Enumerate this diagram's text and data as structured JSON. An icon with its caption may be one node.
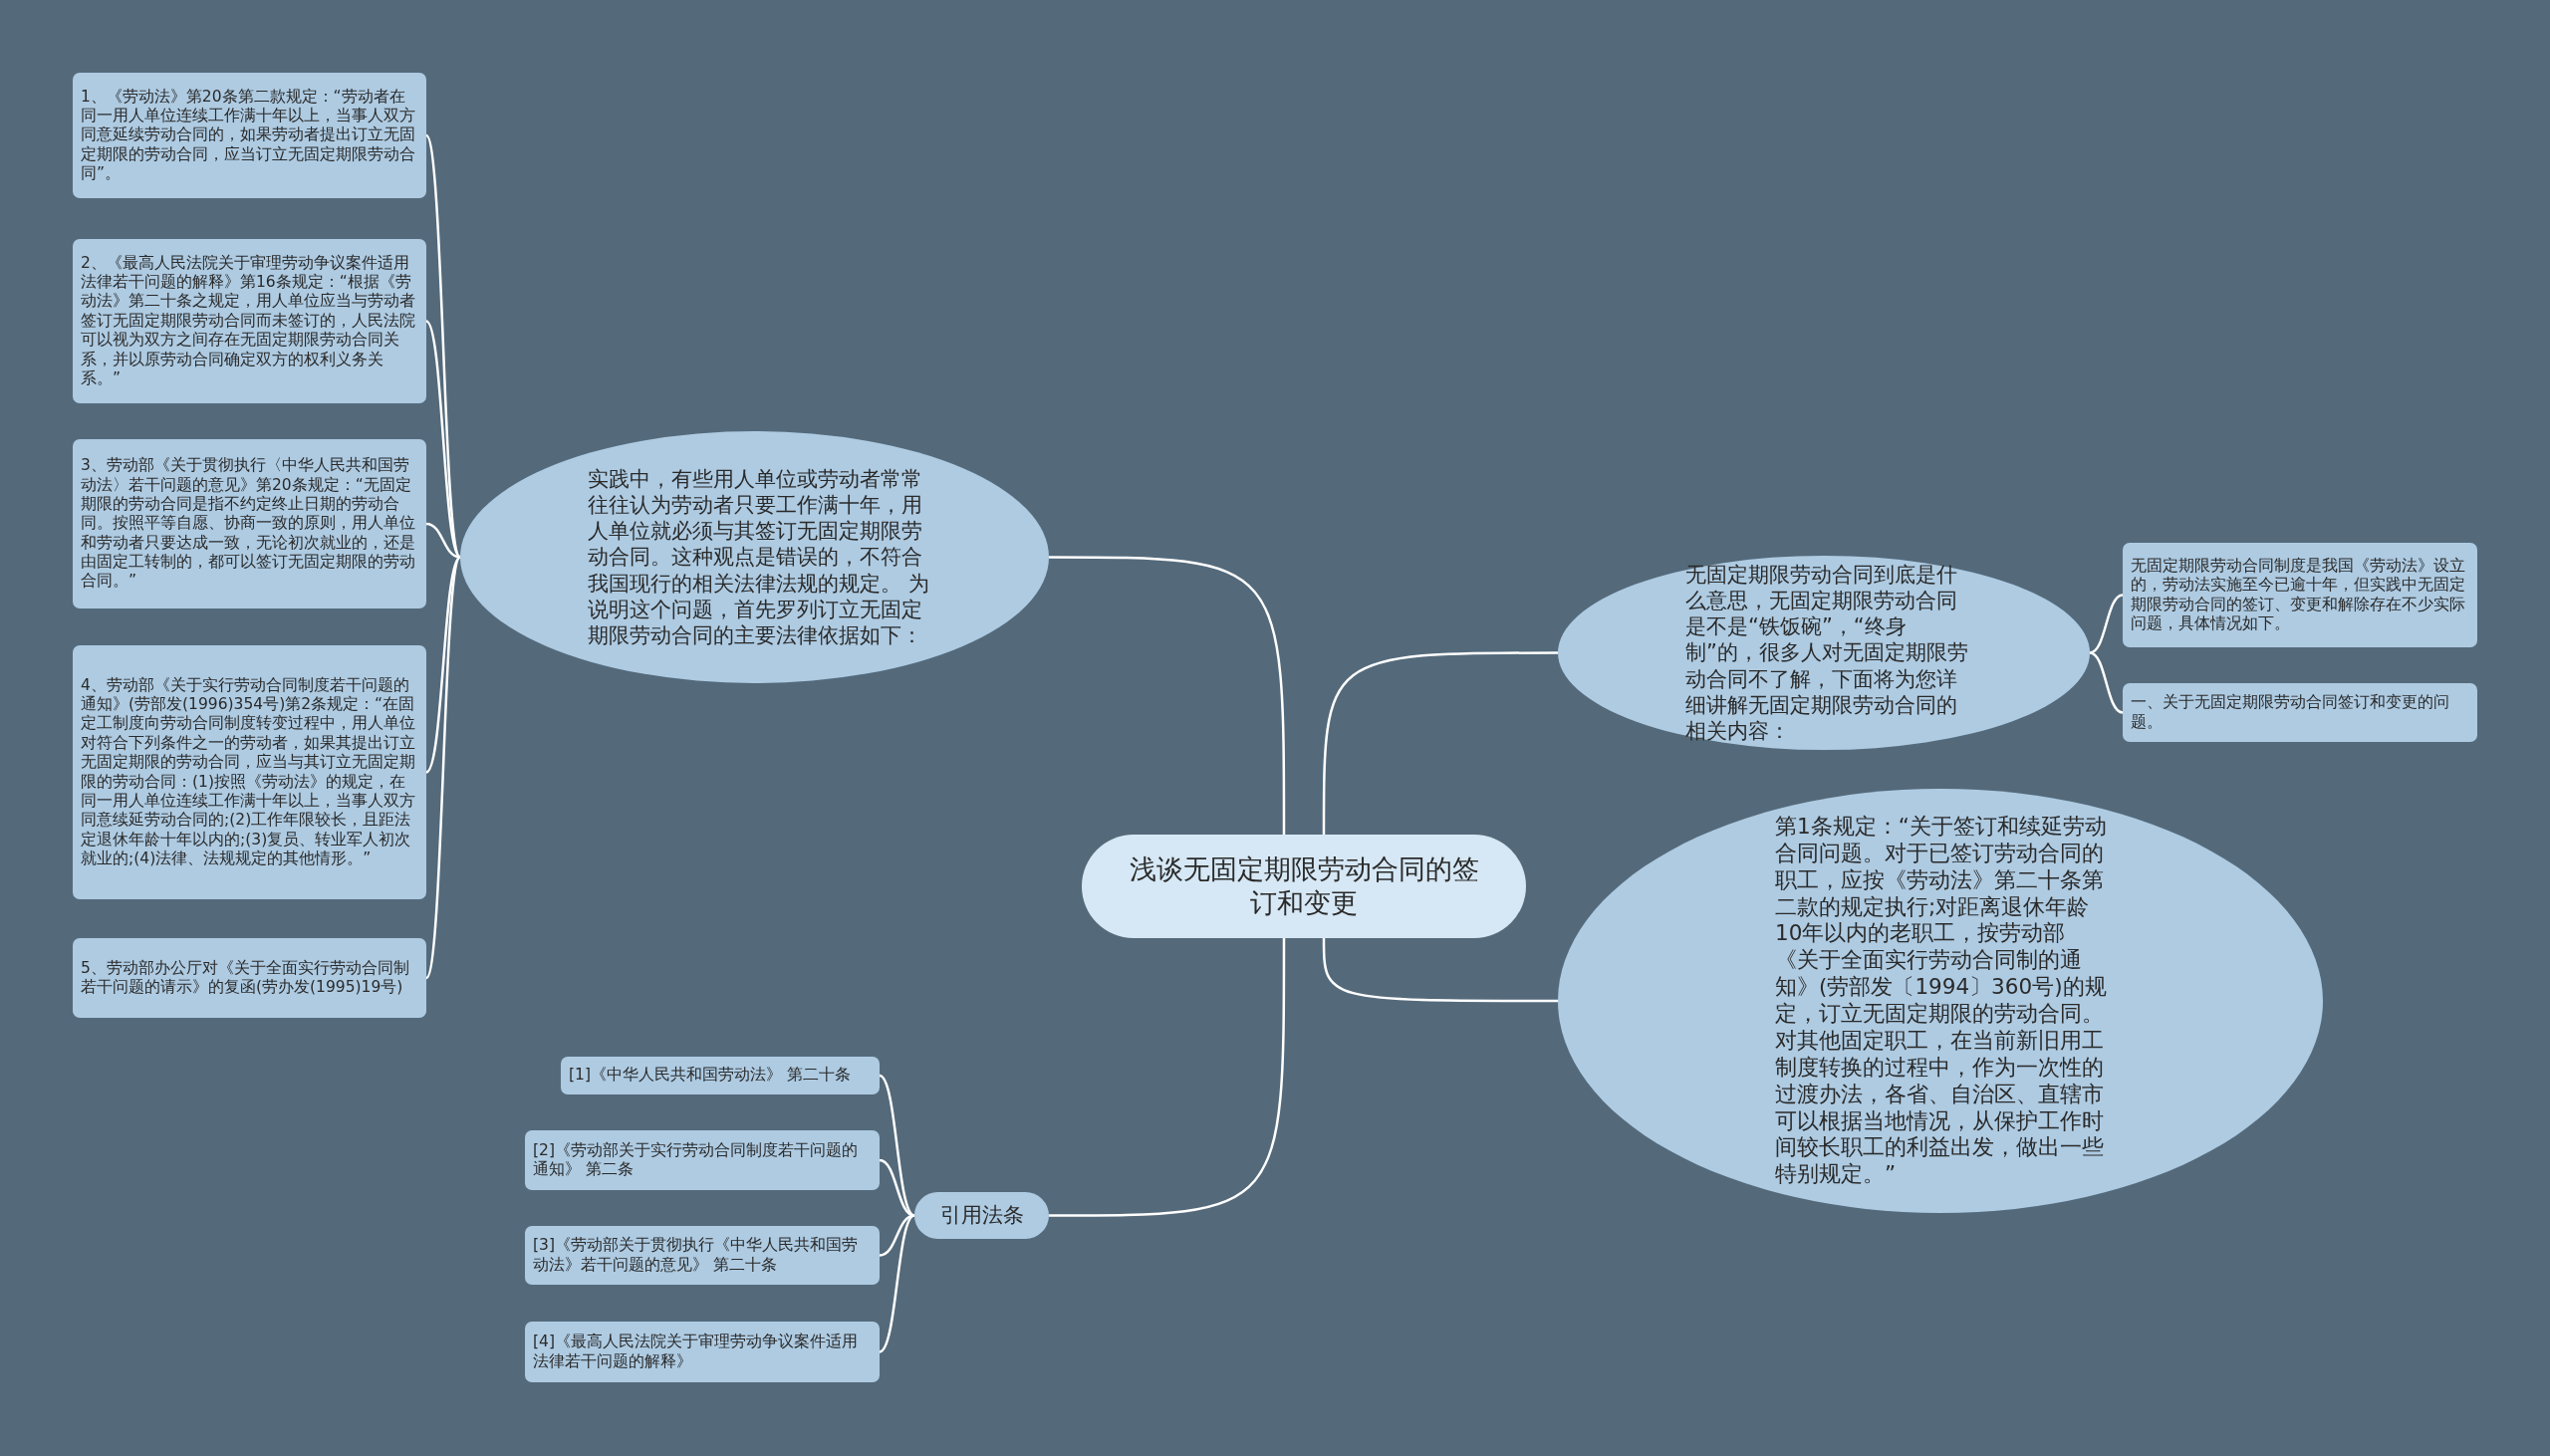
{
  "diagram": {
    "nodes": [
      {
        "text": [
          "浅谈无固定期限劳动合同的签订和变更"
        ]
      },
      {
        "text": [
          "实践中，有些用人单位或劳动者常常往往认为劳动者只要工作满十年，用人单位就必须与其签订无固定期限劳动合同。这种观点是错误的，不符合我国现行的相关法律法规的规定。 为说明这个问题，首先罗列订立无固定期限劳动合同的主要法律依据如下："
        ]
      },
      {
        "text": [
          "1、《劳动法》第20条第二款规定：“劳动者在同一用人单位连续工作满十年以上，当事人双方同意延续劳动合同的，如果劳动者提出订立无固定期限的劳动合同，应当订立无固定期限劳动合同”。"
        ]
      },
      {
        "text": [
          "2、《最高人民法院关于审理劳动争议案件适用法律若干问题的解释》第16条规定：“根据《劳动法》第二十条之规定，用人单位应当与劳动者签订无固定期限劳动合同而未签订的，人民法院可以视为双方之间存在无固定期限劳动合同关系，并以原劳动合同确定双方的权利义务关系。”"
        ]
      },
      {
        "text": [
          "3、劳动部《关于贯彻执行〈中华人民共和国劳动法〉若干问题的意见》第20条规定：“无固定期限的劳动合同是指不约定终止日期的劳动合同。按照平等自愿、协商一致的原则，用人单位和劳动者只要达成一致，无论初次就业的，还是由固定工转制的，都可以签订无固定期限的劳动合同。”"
        ]
      },
      {
        "text": [
          "4、劳动部《关于实行劳动合同制度若干问题的通知》(劳部发(1996)354号)第2条规定：“在固定工制度向劳动合同制度转变过程中，用人单位对符合下列条件之一的劳动者，如果其提出订立无固定期限的劳动合同，应当与其订立无固定期限的劳动合同：(1)按照《劳动法》的规定，在同一用人单位连续工作满十年以上，当事人双方同意续延劳动合同的;(2)工作年限较长，且距法定退休年龄十年以内的;(3)复员、转业军人初次就业的;(4)法律、法规规定的其他情形。”"
        ]
      },
      {
        "text": [
          "5、劳动部办公厅对《关于全面实行劳动合同制若干问题的请示》的复函(劳办发(1995)19号)"
        ]
      },
      {
        "text": [
          "无固定期限劳动合同到底是什么意思，无固定期限劳动合同是不是“铁饭碗”，“终身制”的，很多人对无固定期限劳动合同不了解，下面将为您详细讲解无固定期限劳动合同的相关内容："
        ]
      },
      {
        "text": [
          "无固定期限劳动合同制度是我国《劳动法》设立的，劳动法实施至今已逾十年，但实践中无固定期限劳动合同的签订、变更和解除存在不少实际问题，具体情况如下。"
        ]
      },
      {
        "text": [
          "一、关于无固定期限劳动合同签订和变更的问题。"
        ]
      },
      {
        "text": [
          "第1条规定：“关于签订和续延劳动合同问题。对于已签订劳动合同的职工，应按《劳动法》第二十条第二款的规定执行;对距离退休年龄10年以内的老职工，按劳动部《关于全面实行劳动合同制的通知》(劳部发〔1994〕360号)的规定，订立无固定期限的劳动合同。对其他固定职工，在当前新旧用工制度转换的过程中，作为一次性的过渡办法，各省、自治区、直辖市可以根据当地情况，从保护工作时间较长职工的利益出发，做出一些特别规定。”"
        ]
      },
      {
        "text": [
          "引用法条"
        ]
      },
      {
        "text": [
          "[1]《中华人民共和国劳动法》 第二十条"
        ]
      },
      {
        "text": [
          "[2]《劳动部关于实行劳动合同制度若干问题的通知》 第二条"
        ]
      },
      {
        "text": [
          "[3]《劳动部关于贯彻执行《中华人民共和国劳动法》若干问题的意见》 第二十条"
        ]
      },
      {
        "text": [
          "[4]《最高人民法院关于审理劳动争议案件适用法律若干问题的解释》"
        ]
      }
    ],
    "edges": [
      {
        "from": 0,
        "to": 1,
        "arrow": "none"
      },
      {
        "from": 1,
        "to": 2,
        "arrow": "none"
      },
      {
        "from": 1,
        "to": 3,
        "arrow": "none"
      },
      {
        "from": 1,
        "to": 4,
        "arrow": "none"
      },
      {
        "from": 1,
        "to": 5,
        "arrow": "none"
      },
      {
        "from": 1,
        "to": 6,
        "arrow": "none"
      },
      {
        "from": 0,
        "to": 7,
        "arrow": "none"
      },
      {
        "from": 7,
        "to": 8,
        "arrow": "none"
      },
      {
        "from": 7,
        "to": 9,
        "arrow": "none"
      },
      {
        "from": 0,
        "to": 10,
        "arrow": "none"
      },
      {
        "from": 0,
        "to": 11,
        "arrow": "none"
      },
      {
        "from": 11,
        "to": 12,
        "arrow": "none"
      },
      {
        "from": 11,
        "to": 13,
        "arrow": "none"
      },
      {
        "from": 11,
        "to": 14,
        "arrow": "none"
      },
      {
        "from": 11,
        "to": 15,
        "arrow": "none"
      }
    ]
  }
}
